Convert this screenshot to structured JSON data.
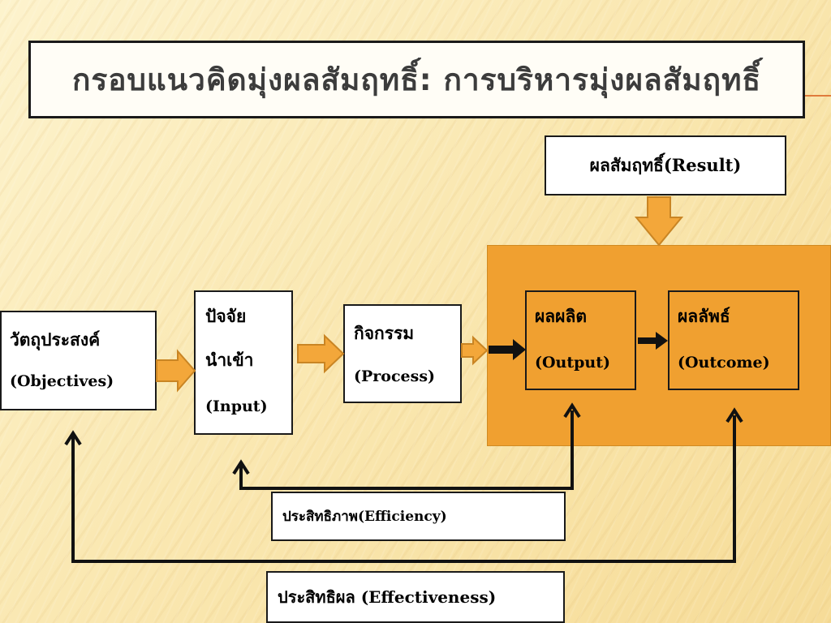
{
  "title": "กรอบแนวคิดมุ่งผลสัมฤทธิ์: การบริหารมุ่งผลสัมฤทธิ์",
  "result": {
    "label": "ผลสัมฤทธิ์(Result)"
  },
  "objectives": {
    "thai": "วัตถุประสงค์",
    "english": "(Objectives)"
  },
  "input": {
    "line1": "ปัจจัย",
    "line2": "นำเข้า",
    "english": "(Input)"
  },
  "process": {
    "thai": "กิจกรรม",
    "english": "(Process)"
  },
  "output": {
    "thai": "ผลผลิต",
    "english": "(Output)"
  },
  "outcome": {
    "thai": "ผลลัพธ์",
    "english": "(Outcome)"
  },
  "efficiency": {
    "label": "ประสิทธิภาพ(Efficiency)"
  },
  "effectiveness": {
    "label": "ประสิทธิผล (Effectiveness)"
  },
  "colors": {
    "accent_orange": "#f0a030",
    "arrow_fill": "#f3a73a",
    "line": "#111111"
  }
}
